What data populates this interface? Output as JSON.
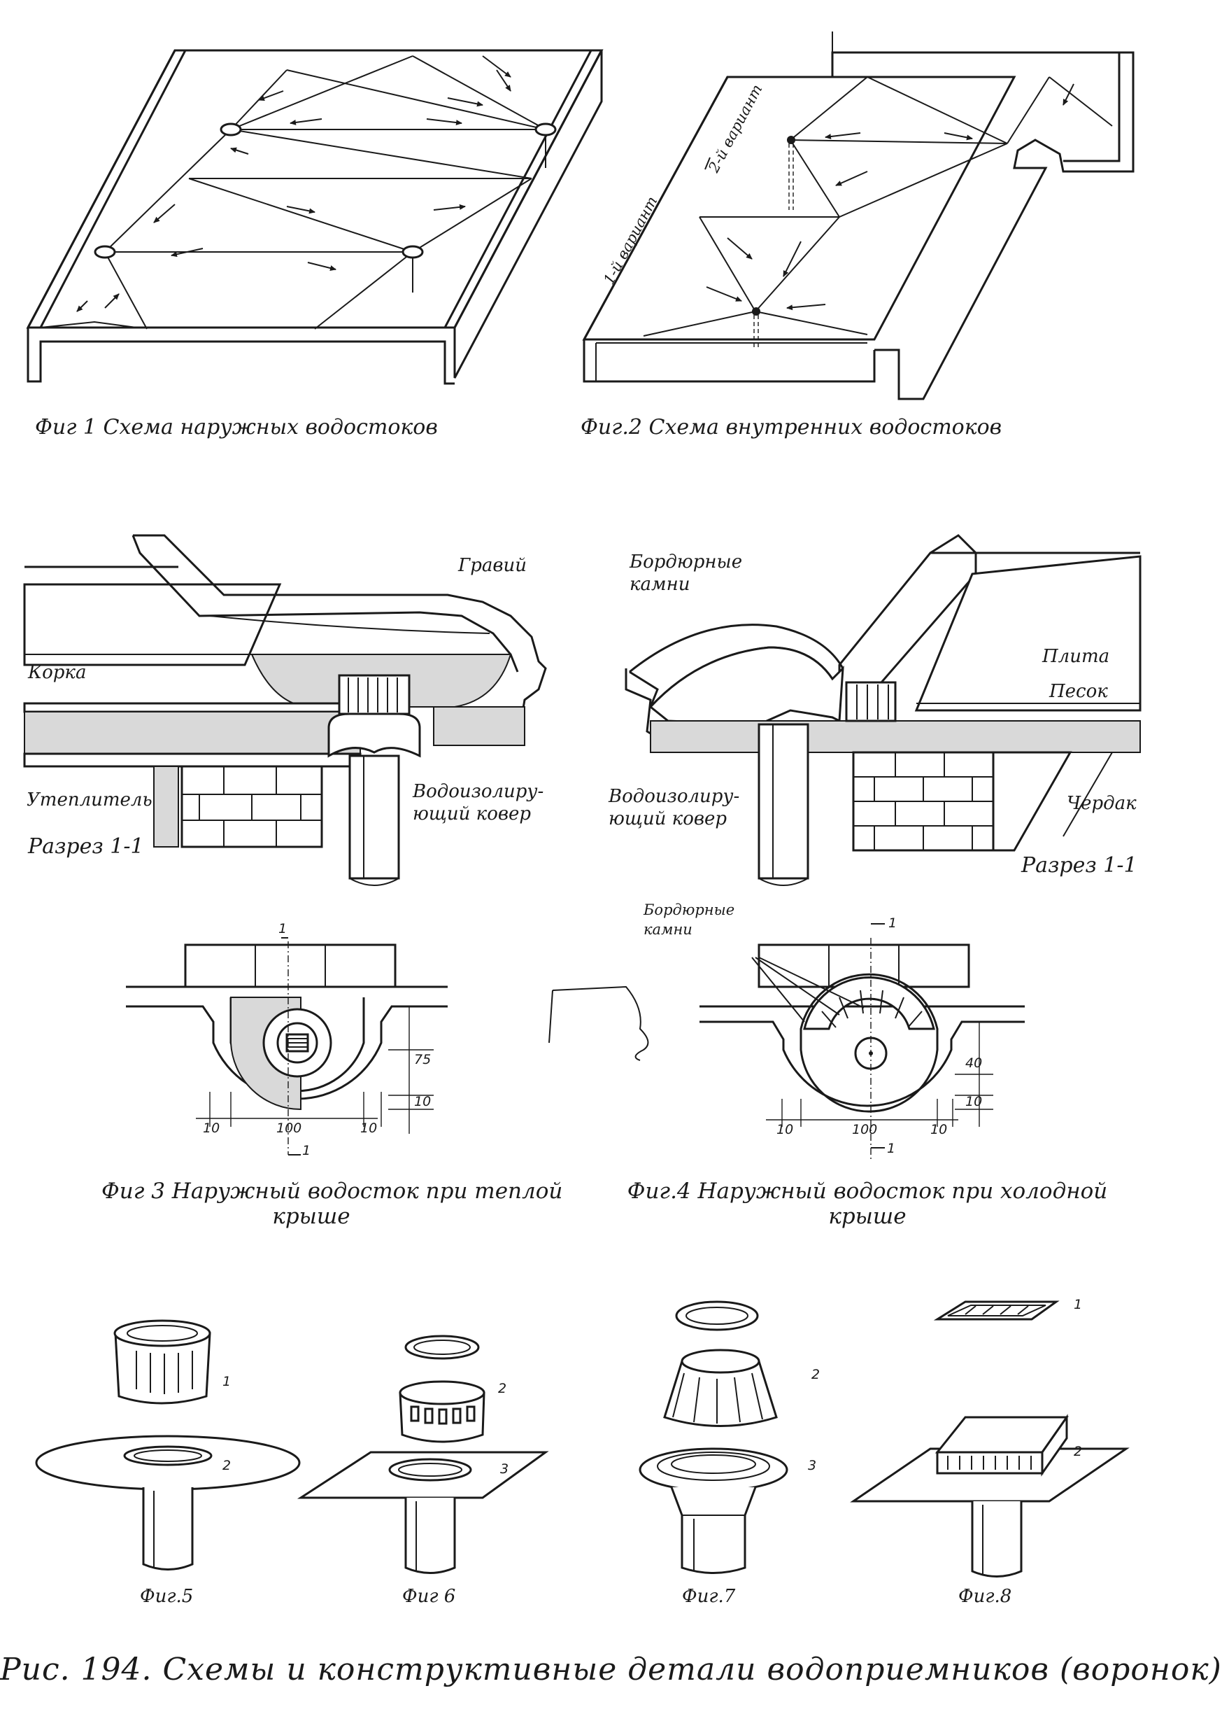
{
  "figures": {
    "fig1": {
      "caption": "Фиг 1 Схема наружных водостоков"
    },
    "fig2": {
      "caption": "Фиг.2 Схема внутренних водостоков",
      "variant1": "1-й вариант",
      "variant2": "2-й вариант"
    },
    "section_left": {
      "gravel": "Гравий",
      "crust": "Корка",
      "insulation": "Утеплитель",
      "waterproof_line1": "Водоизолиру-",
      "waterproof_line2": "ющий ковер",
      "section": "Разрез 1-1"
    },
    "section_right": {
      "curb_line1": "Бордюрные",
      "curb_line2": "камни",
      "slab": "Плита",
      "sand": "Песок",
      "waterproof_line1": "Водоизолиру-",
      "waterproof_line2": "ющий ковер",
      "attic": "Чердак",
      "section": "Разрез 1-1"
    },
    "fig3": {
      "caption_line1": "Фиг 3 Наружный водосток при теплой",
      "caption_line2": "крыше",
      "cut": "1",
      "dim_75": "75",
      "dim_10v": "10",
      "dim_10l": "10",
      "dim_100": "100",
      "dim_10r": "10"
    },
    "fig4": {
      "caption_line1": "Фиг.4 Наружный водосток при холодной",
      "caption_line2": "крыше",
      "curb_line1": "Бордюрные",
      "curb_line2": "камни",
      "cut": "1",
      "dim_40": "40",
      "dim_10v": "10",
      "dim_10l": "10",
      "dim_100": "100",
      "dim_10r": "10"
    },
    "fig5": {
      "caption": "Фиг.5",
      "part1": "1",
      "part2": "2"
    },
    "fig6": {
      "caption": "Фиг 6",
      "part2": "2",
      "part3": "3"
    },
    "fig7": {
      "caption": "Фиг.7",
      "part2": "2",
      "part3": "3"
    },
    "fig8": {
      "caption": "Фиг.8",
      "part1": "1",
      "part2": "2"
    }
  },
  "main_caption": "Рис. 194. Схемы и конструктивные детали водоприемников (воронок)"
}
